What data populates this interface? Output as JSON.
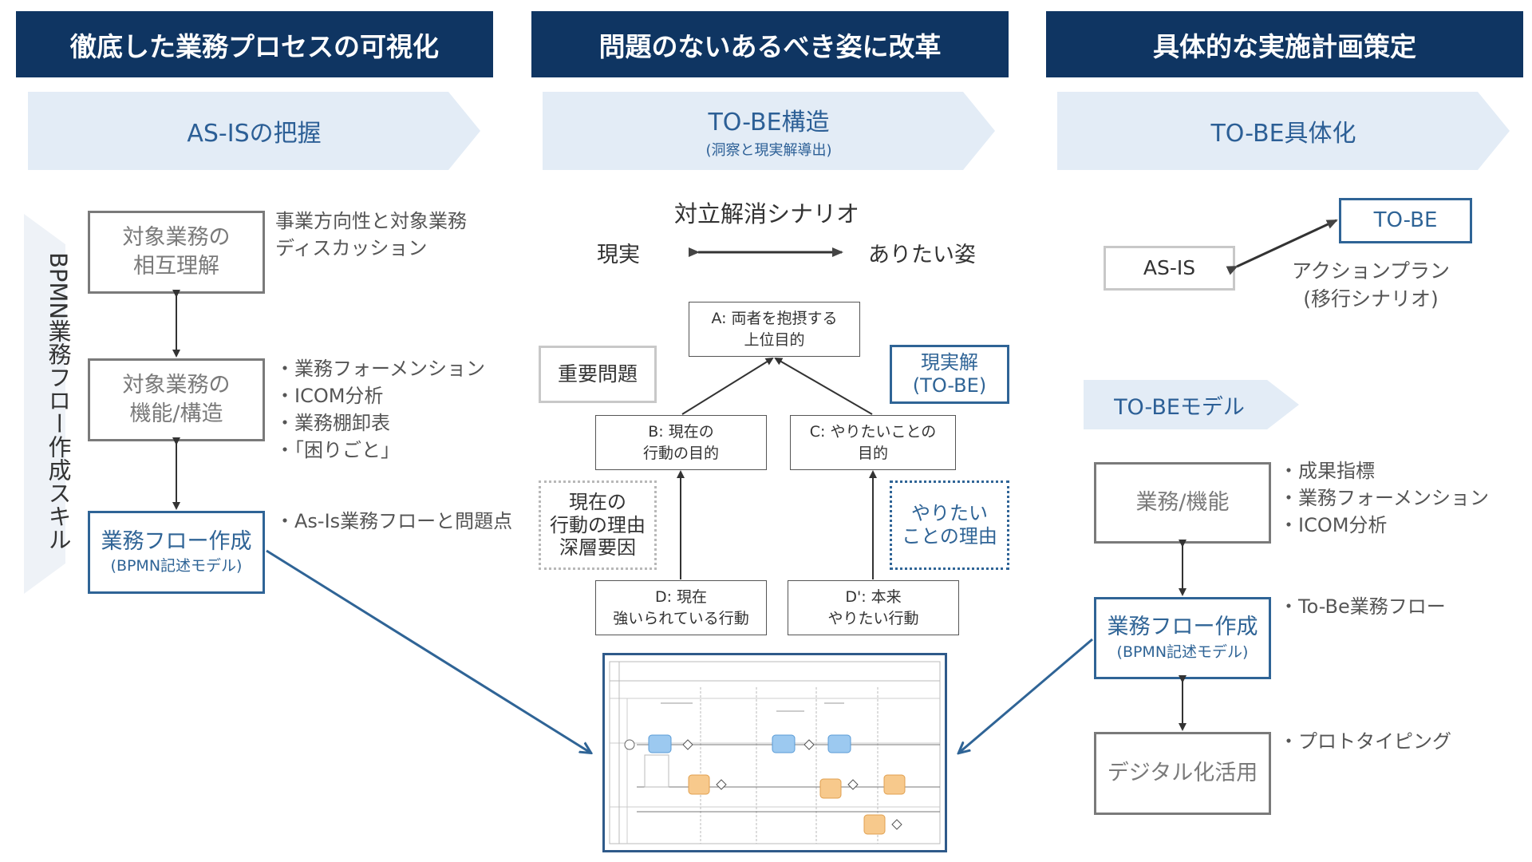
{
  "columns": [
    {
      "header": "徹底した業務プロセスの可視化",
      "chevron": "AS-ISの把握"
    },
    {
      "header": "問題のないあるべき姿に改革",
      "chevron": "TO-BE構造",
      "chevron_sub": "(洞察と現実解導出)"
    },
    {
      "header": "具体的な実施計画策定",
      "chevron": "TO-BE具体化"
    }
  ],
  "left": {
    "vertical_label": "BPMN業務フロー作成スキル",
    "box1": [
      "対象業務の",
      "相互理解"
    ],
    "box2": [
      "対象業務の",
      "機能/構造"
    ],
    "box3": {
      "title": "業務フロー作成",
      "sub": "(BPMN記述モデル)"
    },
    "note1": [
      "事業方向性と対象業務",
      "ディスカッション"
    ],
    "note2": [
      "・業務フォーメンション",
      "・ICOM分析",
      "・業務棚卸表",
      "・「困りごと」"
    ],
    "note3": [
      "・As-Is業務フローと問題点"
    ]
  },
  "middle": {
    "title": "対立解消シナリオ",
    "left_label": "現実",
    "right_label": "ありたい姿",
    "node_a": [
      "A: 両者を抱摂する",
      "上位目的"
    ],
    "node_b": [
      "B: 現在の",
      "行動の目的"
    ],
    "node_c": [
      "C: やりたいことの",
      "目的"
    ],
    "node_d": [
      "D: 現在",
      "強いられている行動"
    ],
    "node_d2": [
      "D': 本来",
      "やりたい行動"
    ],
    "important": "重要問題",
    "realistic": [
      "現実解",
      "(TO-BE)"
    ],
    "reason_current": [
      "現在の",
      "行動の理由",
      "深層要因"
    ],
    "reason_want": [
      "やりたい",
      "ことの理由"
    ]
  },
  "right": {
    "asis": "AS-IS",
    "tobe": "TO-BE",
    "action": [
      "アクションプラン",
      "(移行シナリオ)"
    ],
    "model_chevron": "TO-BEモデル",
    "box1": "業務/機能",
    "box2": {
      "title": "業務フロー作成",
      "sub": "(BPMN記述モデル)"
    },
    "box3": "デジタル化活用",
    "note1": [
      "・成果指標",
      "・業務フォーメンション",
      "・ICOM分析"
    ],
    "note2": [
      "・To-Be業務フロー"
    ],
    "note3": [
      "・プロトタイピング"
    ]
  },
  "colors": {
    "header": "#0f3562",
    "chevron": "#e3ecf6",
    "accent": "#2f6496"
  }
}
